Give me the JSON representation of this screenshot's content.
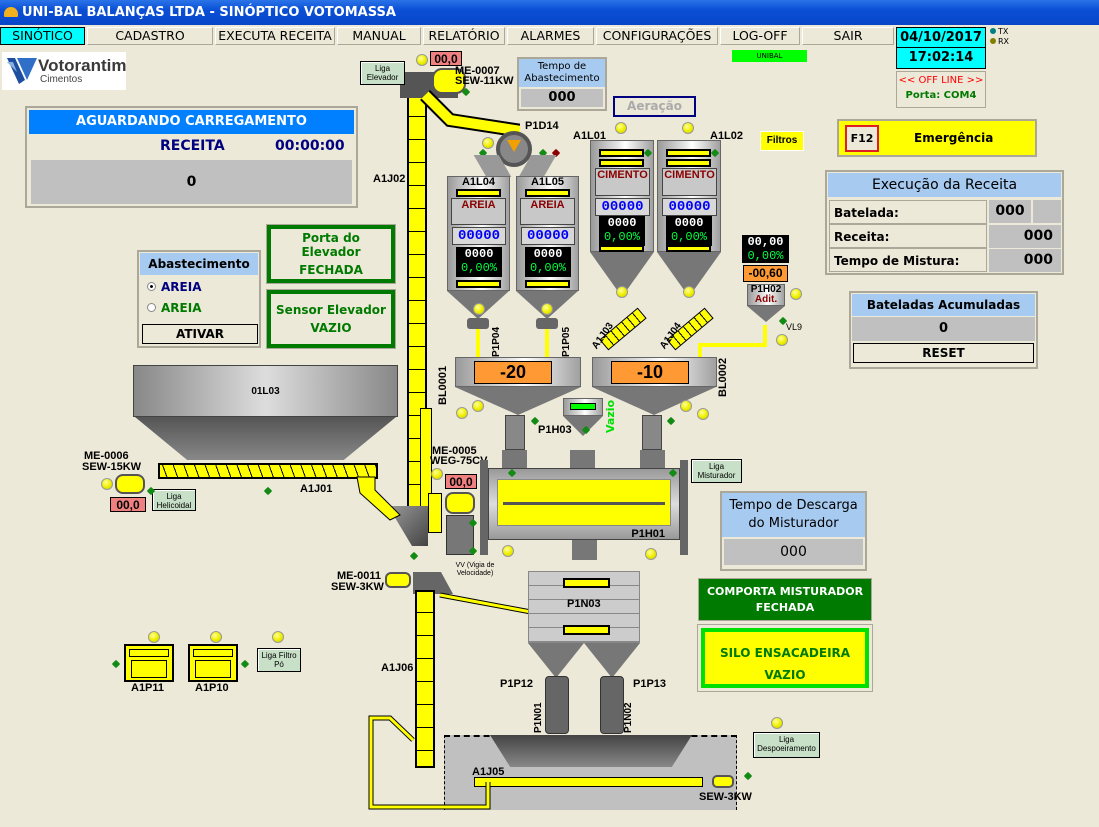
{
  "window": {
    "title": "UNI-BAL BALANÇAS LTDA - SINÓPTICO VOTOMASSA"
  },
  "menu": [
    {
      "label": "SINÓTICO",
      "active": true
    },
    {
      "label": "CADASTRO"
    },
    {
      "label": "EXECUTA RECEITA"
    },
    {
      "label": "MANUAL"
    },
    {
      "label": "RELATÓRIO"
    },
    {
      "label": "ALARMES"
    },
    {
      "label": "CONFIGURAÇÕES"
    },
    {
      "label": "LOG-OFF"
    },
    {
      "label": "SAIR"
    }
  ],
  "user_badge": "UNIBAL",
  "datetime": {
    "date": "04/10/2017",
    "time": "17:02:14"
  },
  "comm": {
    "tx": "TX",
    "rx": "RX",
    "status": "<< OFF LINE >>",
    "port": "Porta: COM4",
    "tx_color": "#008080",
    "rx_color": "#808000"
  },
  "logo": {
    "brand": "Votorantim",
    "sub": "Cimentos"
  },
  "status_panel": {
    "title": "AGUARDANDO CARREGAMENTO",
    "recipe_label": "RECEITA",
    "timer": "00:00:00",
    "value": "0"
  },
  "abastecimento": {
    "title": "Abastecimento",
    "options": [
      {
        "label": "AREIA",
        "selected": true
      },
      {
        "label": "AREIA",
        "selected": false
      }
    ],
    "button": "ATIVAR"
  },
  "porta_elevador": {
    "line1": "Porta do Elevador",
    "line2": "FECHADA"
  },
  "sensor_elevador": {
    "line1": "Sensor Elevador",
    "line2": "VAZIO"
  },
  "tempo_abastecimento": {
    "title_line1": "Tempo de",
    "title_line2": "Abastecimento",
    "value": "000"
  },
  "aeracao": "Aeração",
  "filtros": "Filtros",
  "emergencia": {
    "key": "F12",
    "label": "Emergência"
  },
  "execucao": {
    "title": "Execução da Receita",
    "rows": [
      {
        "label": "Batelada:",
        "value": "000"
      },
      {
        "label": "Receita:",
        "value": "000"
      },
      {
        "label": "Tempo de Mistura:",
        "value": "000"
      }
    ]
  },
  "bateladas": {
    "title": "Bateladas Acumuladas",
    "value": "0",
    "reset": "RESET"
  },
  "elevator_top": {
    "motor_value": "00,0",
    "motor_id": "ME-0007",
    "motor_model": "SEW-11KW",
    "button": "Liga Elevador",
    "label": "A1J02"
  },
  "distributor": "P1D14",
  "silos": [
    {
      "id": "A1L04",
      "product": "AREIA",
      "setpoint": "00000",
      "weight": "0000",
      "percent": "0,00%",
      "valve": "P1P04"
    },
    {
      "id": "A1L05",
      "product": "AREIA",
      "setpoint": "00000",
      "weight": "0000",
      "percent": "0,00%",
      "valve": "P1P05"
    },
    {
      "id": "A1L01",
      "product": "CIMENTO",
      "setpoint": "00000",
      "weight": "0000",
      "percent": "0,00%",
      "screw": "A1J03"
    },
    {
      "id": "A1L02",
      "product": "CIMENTO",
      "setpoint": "00000",
      "weight": "0000",
      "percent": "0,00%",
      "screw": "A1J04"
    }
  ],
  "additive": {
    "weight": "00,00",
    "percent": "0,00%",
    "tare": "-00,60",
    "id": "P1H02",
    "name": "Adit.",
    "valve": "VL9"
  },
  "scales": [
    {
      "id": "BL0001",
      "value": "-20"
    },
    {
      "id": "BL0002",
      "value": "-10"
    }
  ],
  "water_hopper": {
    "id": "P1H03",
    "status": "Vazio"
  },
  "hopper_01l03": "01L03",
  "screw_a1j01": {
    "label": "A1J01",
    "motor_id": "ME-0006",
    "motor_model": "SEW-15KW",
    "motor_value": "00,0",
    "button": "Liga Helicoidal"
  },
  "mixer": {
    "id": "P1H01",
    "motor_id": "ME-0005",
    "motor_model": "WEG-75CV",
    "motor_value": "00,0",
    "button": "Liga Misturador",
    "vv_label": "VV (Vigia de Velocidade)"
  },
  "tempo_descarga": {
    "title_line1": "Tempo de Descarga",
    "title_line2": "do Misturador",
    "value": "000"
  },
  "comporta": {
    "line1": "COMPORTA MISTURADOR",
    "line2": "FECHADA"
  },
  "silo_ensacadeira": {
    "line1": "SILO ENSACADEIRA",
    "line2": "VAZIO"
  },
  "elevator_bottom": {
    "motor_id": "ME-0011",
    "motor_model": "SEW-3KW",
    "label": "A1J06"
  },
  "bagging_silo": {
    "id": "P1N03",
    "valve_left": "P1P12",
    "valve_right": "P1P13",
    "packer_left": "P1N01",
    "packer_right": "P1N02"
  },
  "bottom_screw": {
    "label": "A1J05",
    "motor_model": "SEW-3KW",
    "button": "Liga Despoeiramento"
  },
  "filters": [
    {
      "id": "A1P11"
    },
    {
      "id": "A1P10"
    }
  ],
  "filter_button": "Liga Filtro Pó"
}
